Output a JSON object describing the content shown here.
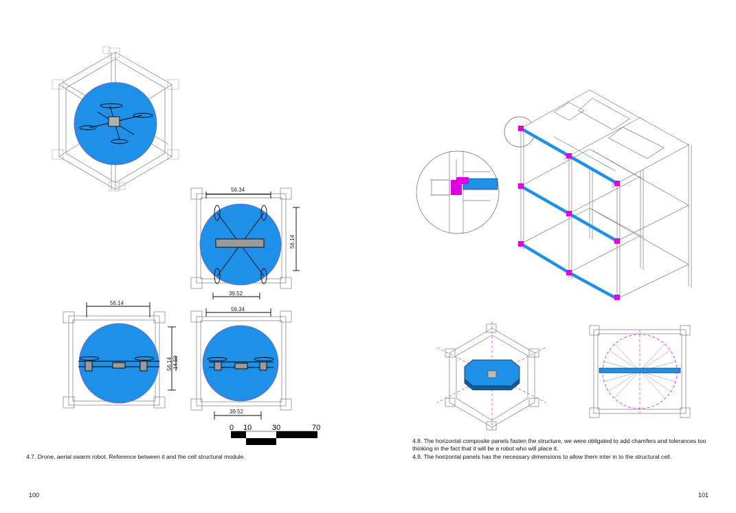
{
  "left_page": {
    "page_number": "100",
    "caption": "4.7.   Drone, aerial swarm robot. Reference between it and the cell  structural module.",
    "dimensions": {
      "top_view_width": "56.34",
      "top_view_height": "56.14",
      "top_view_bottom": "39.52",
      "side_view_a_width": "56.14",
      "side_view_a_height": "56.14",
      "side_view_a_inner": "14.59",
      "side_view_b_width": "56.34",
      "side_view_b_bottom": "39.52"
    },
    "scale_bar": {
      "labels": [
        "0",
        "10",
        "30",
        "70"
      ]
    }
  },
  "right_page": {
    "page_number": "101",
    "captions": [
      "4.8.   The horizontal composite panels fasten the structure, we were obligated to add chamfers and tolerances too thinking in the fact that it will be a robot who will place it.",
      "4.9.   The horizontal panels has the necessary dimensions to allow them inter in to the structural cell."
    ]
  },
  "colors": {
    "accent_blue": "#1e90e8",
    "magenta": "#e000e0",
    "line_grey": "#7a7a7a"
  }
}
